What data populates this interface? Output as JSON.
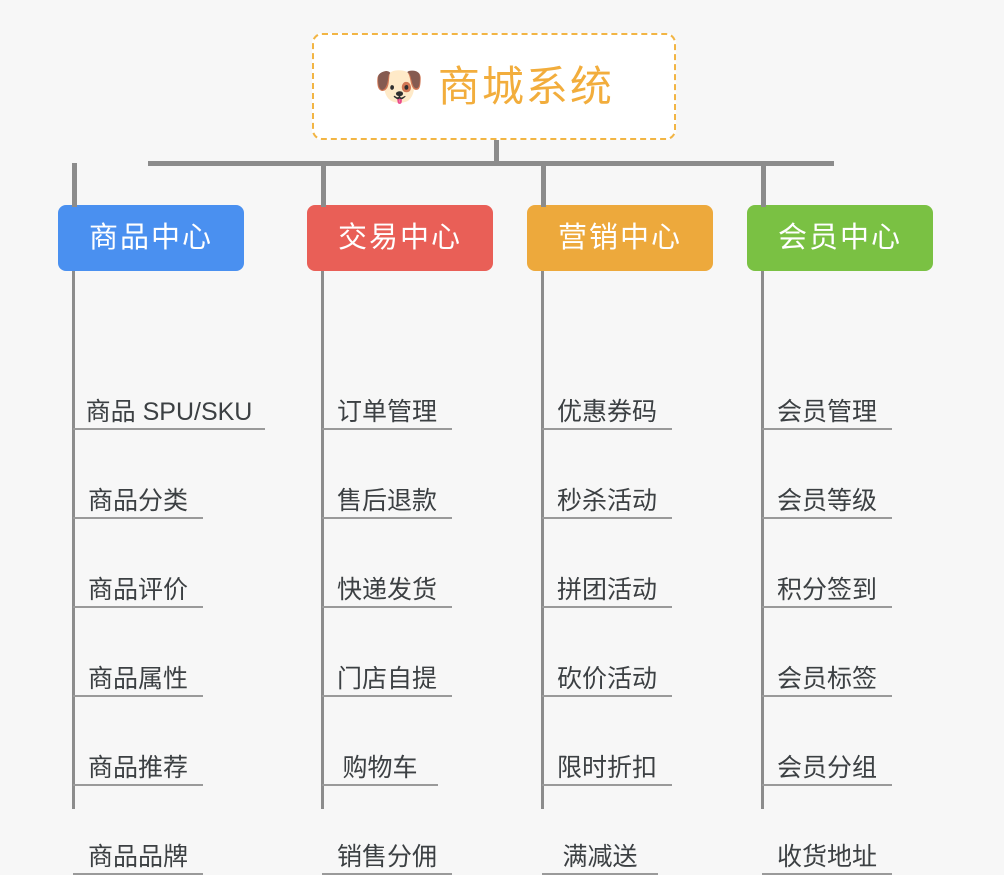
{
  "diagram": {
    "type": "mindmap-org-chart",
    "background_color": "#f7f7f7",
    "root": {
      "icon": "shiba-dog-face-emoji",
      "icon_glyph": "🐶",
      "title": "商城系统",
      "text_color": "#f2ad3c",
      "border_color": "#f2b544",
      "background_color": "#ffffff"
    },
    "connector_color": "#8c8c8c",
    "branches": [
      {
        "label": "商品中心",
        "color": "#4a90f0",
        "items": [
          "商品 SPU/SKU",
          "商品分类",
          "商品评价",
          "商品属性",
          "商品推荐",
          "商品品牌"
        ]
      },
      {
        "label": "交易中心",
        "color": "#e95f57",
        "items": [
          "订单管理",
          "售后退款",
          "快递发货",
          "门店自提",
          "购物车",
          "销售分佣"
        ]
      },
      {
        "label": "营销中心",
        "color": "#eda93c",
        "items": [
          "优惠券码",
          "秒杀活动",
          "拼团活动",
          "砍价活动",
          "限时折扣",
          "满减送"
        ]
      },
      {
        "label": "会员中心",
        "color": "#7ac143",
        "items": [
          "会员管理",
          "会员等级",
          "积分签到",
          "会员标签",
          "会员分组",
          "收货地址"
        ]
      }
    ]
  }
}
